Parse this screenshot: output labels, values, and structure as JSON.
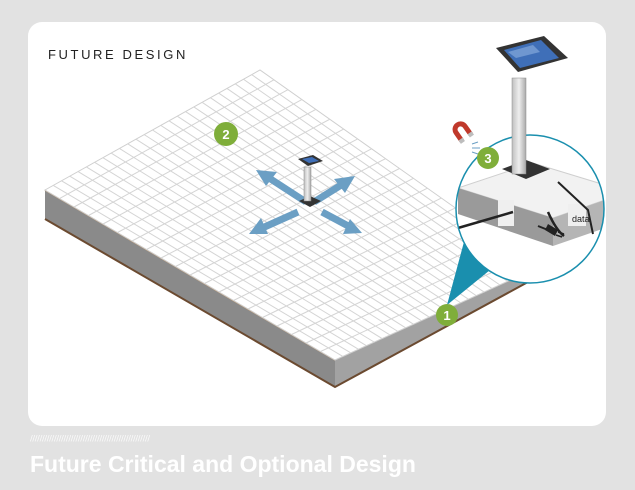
{
  "panel": {
    "title": "FUTURE DESIGN"
  },
  "markers": [
    {
      "number": "1",
      "color": "#7fae3a"
    },
    {
      "number": "2",
      "color": "#7fae3a"
    },
    {
      "number": "3",
      "color": "#7fae3a"
    }
  ],
  "detail": {
    "cable_label": "data"
  },
  "footer": {
    "decoration": "//////////////////////////////////////////////////",
    "caption": "Future Critical and Optional Design"
  },
  "colors": {
    "page_background": "#e2e2e2",
    "arrow": "#6b9fc4",
    "callout": "#1a8fae",
    "floor_side": "#8a8a8a",
    "floor_edge": "#6b4a30",
    "grid_line": "#d4d4d4",
    "kiosk_body": "#d8d8d8",
    "kiosk_dark": "#333333",
    "screen": "#3f6fb8"
  }
}
